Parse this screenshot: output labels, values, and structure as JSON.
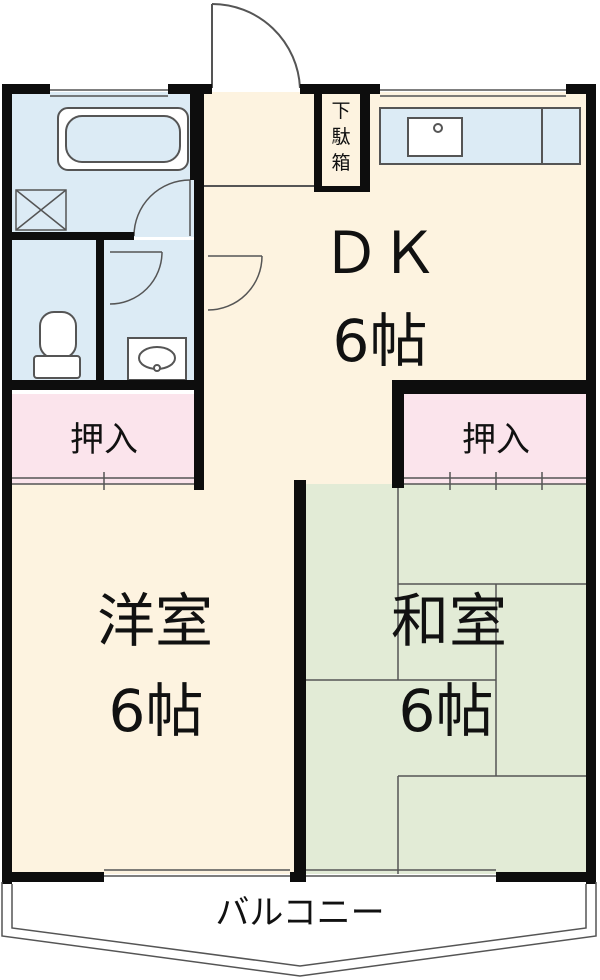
{
  "floorplan": {
    "colors": {
      "wall": "#0d0d0d",
      "wet_area": "#dcebf5",
      "flooring": "#fdf3e0",
      "tatami": "#e2ebd6",
      "closet": "#fbe4ec",
      "balcony": "#ffffff",
      "thin_line": "#555555"
    },
    "rooms": {
      "dk_name": "ＤＫ",
      "dk_size": "6帖",
      "western_name": "洋室",
      "western_size": "6帖",
      "japanese_name": "和室",
      "japanese_size": "6帖",
      "closet_left": "押入",
      "closet_right": "押入",
      "shoe_box": [
        "下",
        "駄",
        "箱"
      ],
      "balcony": "バルコニー"
    }
  }
}
